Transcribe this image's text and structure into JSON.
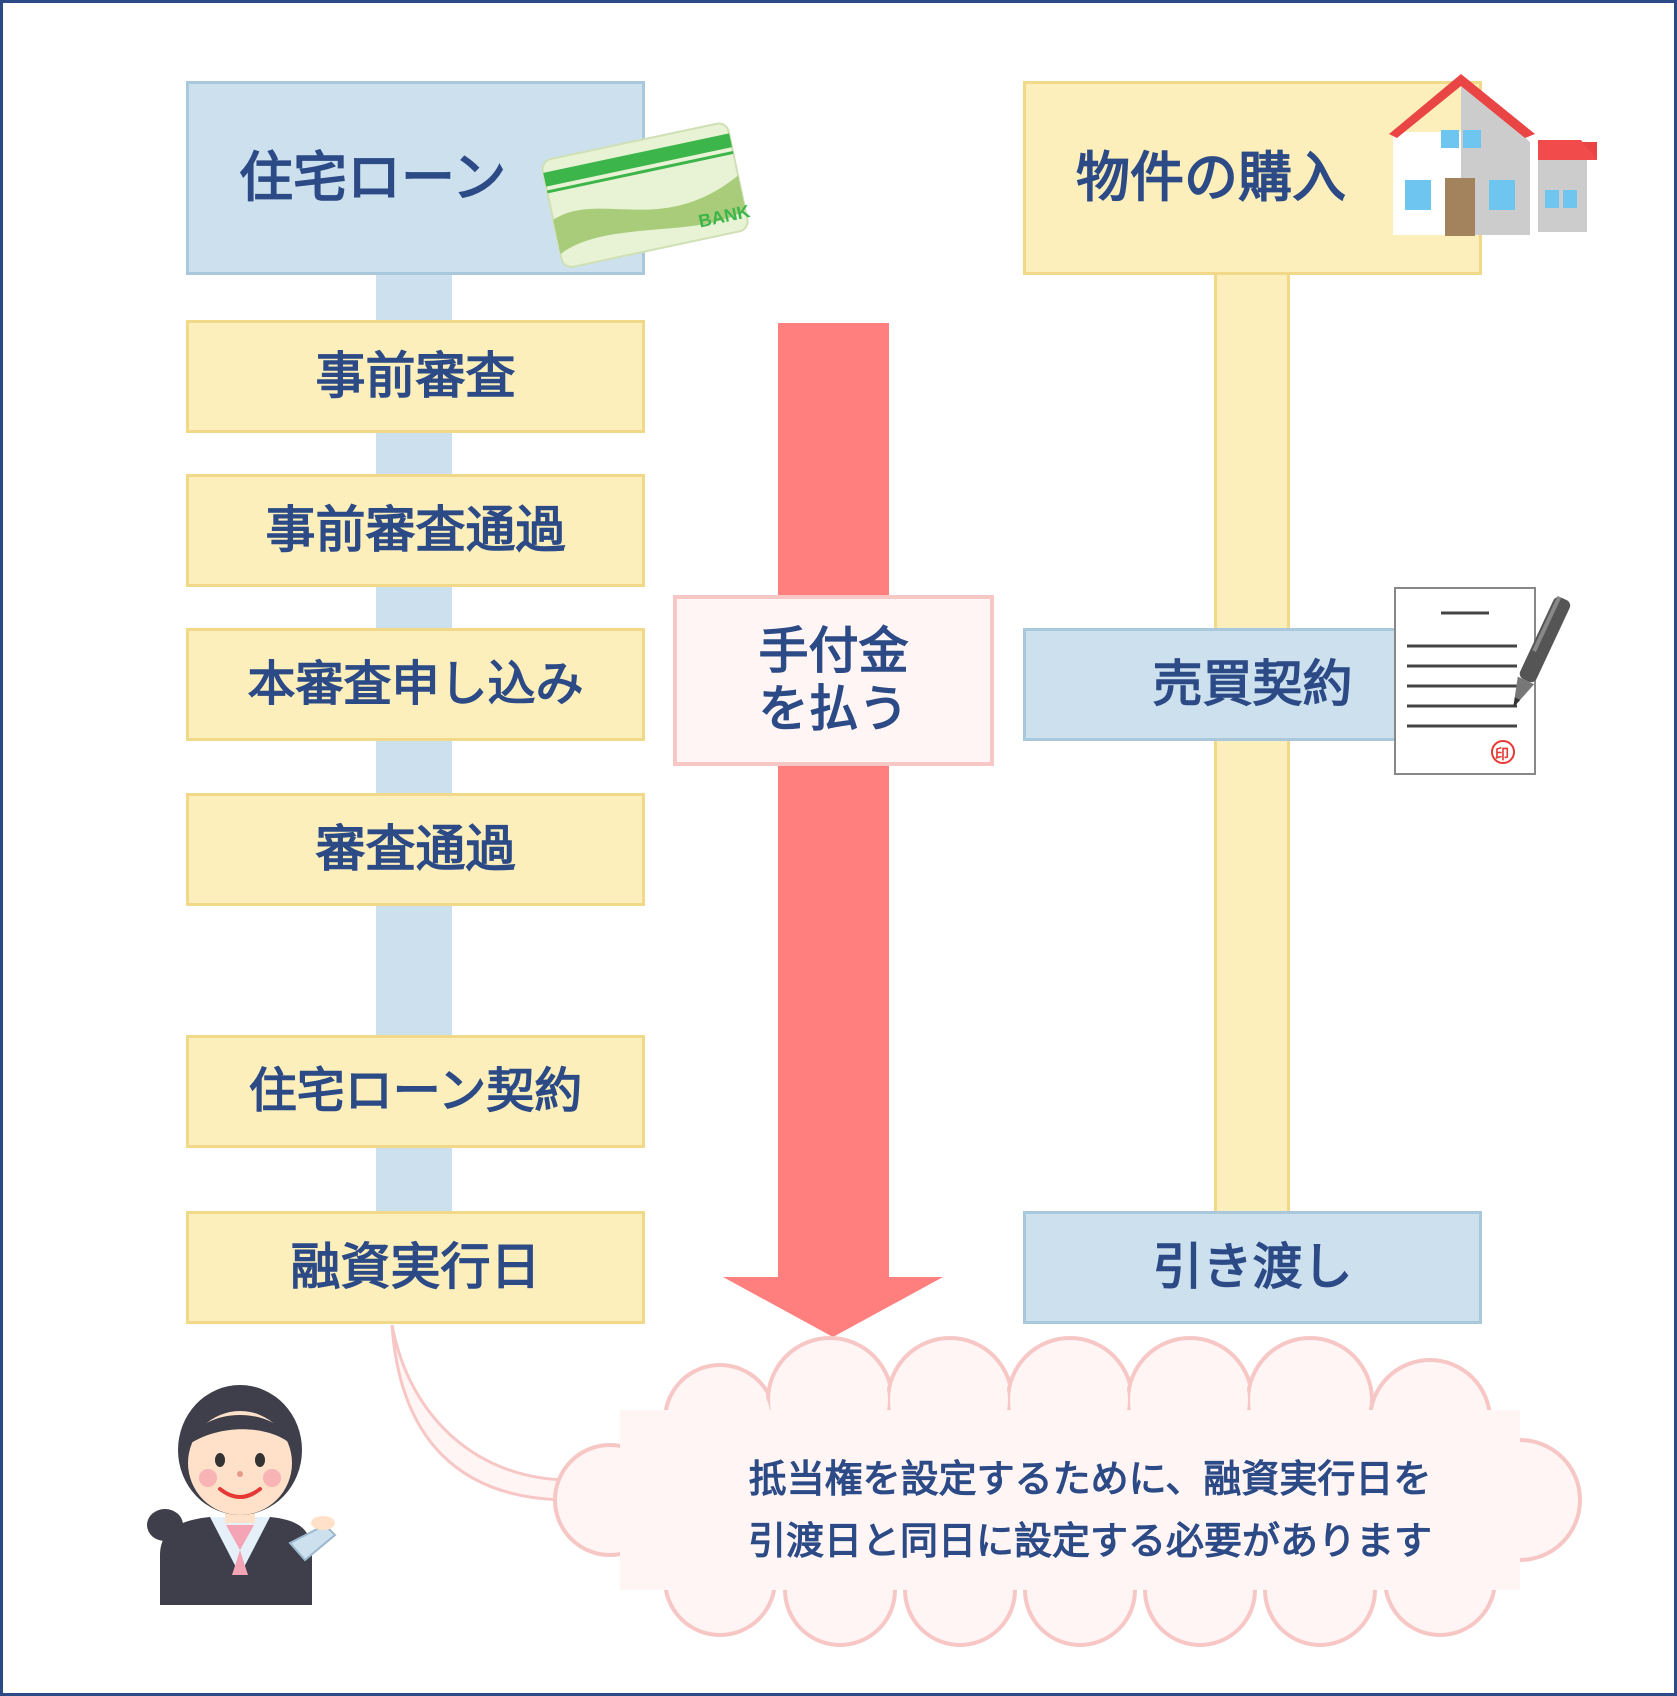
{
  "left_column": {
    "header": "住宅ローン",
    "steps": [
      "事前審査",
      "事前審査通過",
      "本審査申し込み",
      "審査通過",
      "住宅ローン契約",
      "融資実行日"
    ]
  },
  "right_column": {
    "header": "物件の購入",
    "steps": [
      "売買契約",
      "引き渡し"
    ]
  },
  "center": {
    "payment_label_line1": "手付金",
    "payment_label_line2": "を払う"
  },
  "bank_card_text": "BANK",
  "seal_text": "印",
  "speech_bubble": {
    "line1": "抵当権を設定するために、融資実行日を",
    "line2": "引渡日と同日に設定する必要があります"
  },
  "colors": {
    "border_navy": "#2b4a86",
    "yellow_fill": "#fdefbb",
    "blue_fill": "#cde0ed",
    "arrow_red": "#ff7f7f",
    "bubble_pink": "#f7c7c6"
  },
  "icons": [
    "bank-card-icon",
    "house-icon",
    "contract-document-icon",
    "pen-icon",
    "advisor-woman-icon"
  ]
}
